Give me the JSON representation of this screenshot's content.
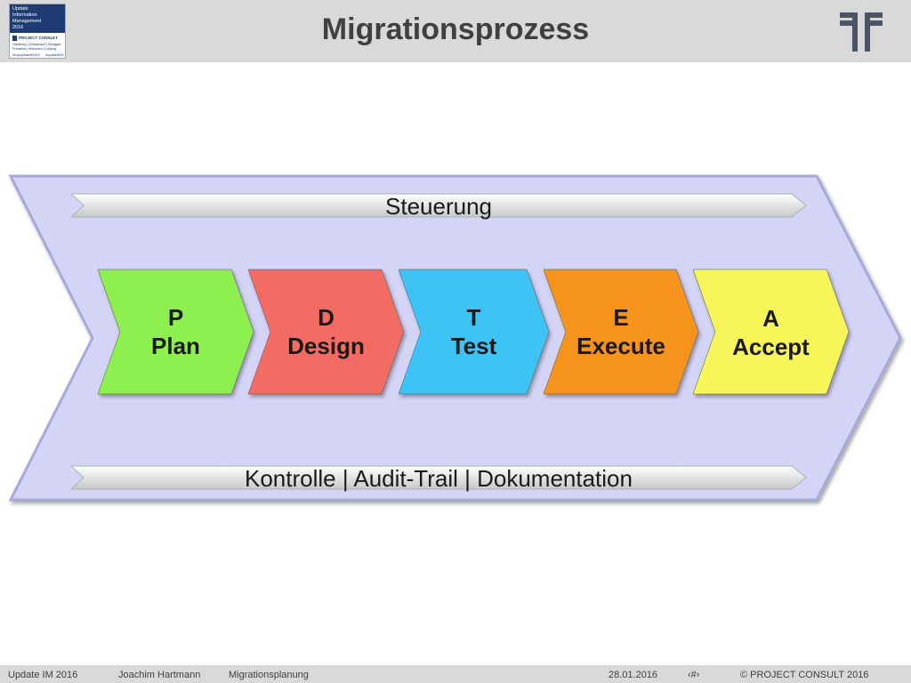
{
  "header": {
    "title": "Migrationsprozess",
    "badge": {
      "lines": [
        "Update",
        "Information",
        "Management",
        "2016"
      ],
      "brand": "PROJECT CONSULT",
      "cities": [
        "Hamburg | Düsseldorf | Stuttgart",
        "Frankfurt | München | Leipzig"
      ],
      "link": "bit.ly/updateIM2016",
      "hashtag": "#updateIM16"
    }
  },
  "diagram": {
    "top_bar": "Steuerung",
    "bottom_bar": "Kontrolle | Audit-Trail | Dokumentation",
    "steps": [
      {
        "letter": "P",
        "name": "Plan",
        "color": "#8ef04f"
      },
      {
        "letter": "D",
        "name": "Design",
        "color": "#f26c64"
      },
      {
        "letter": "T",
        "name": "Test",
        "color": "#3ec3f6"
      },
      {
        "letter": "E",
        "name": "Execute",
        "color": "#f5931e"
      },
      {
        "letter": "A",
        "name": "Accept",
        "color": "#f6f65a"
      }
    ],
    "frame_color": "#d4d4f7"
  },
  "footer": {
    "event": "Update IM 2016",
    "author": "Joachim Hartmann",
    "topic": "Migrationsplanung",
    "date": "28.01.2016",
    "page": "‹#›",
    "copyright": "© PROJECT CONSULT  2016"
  }
}
